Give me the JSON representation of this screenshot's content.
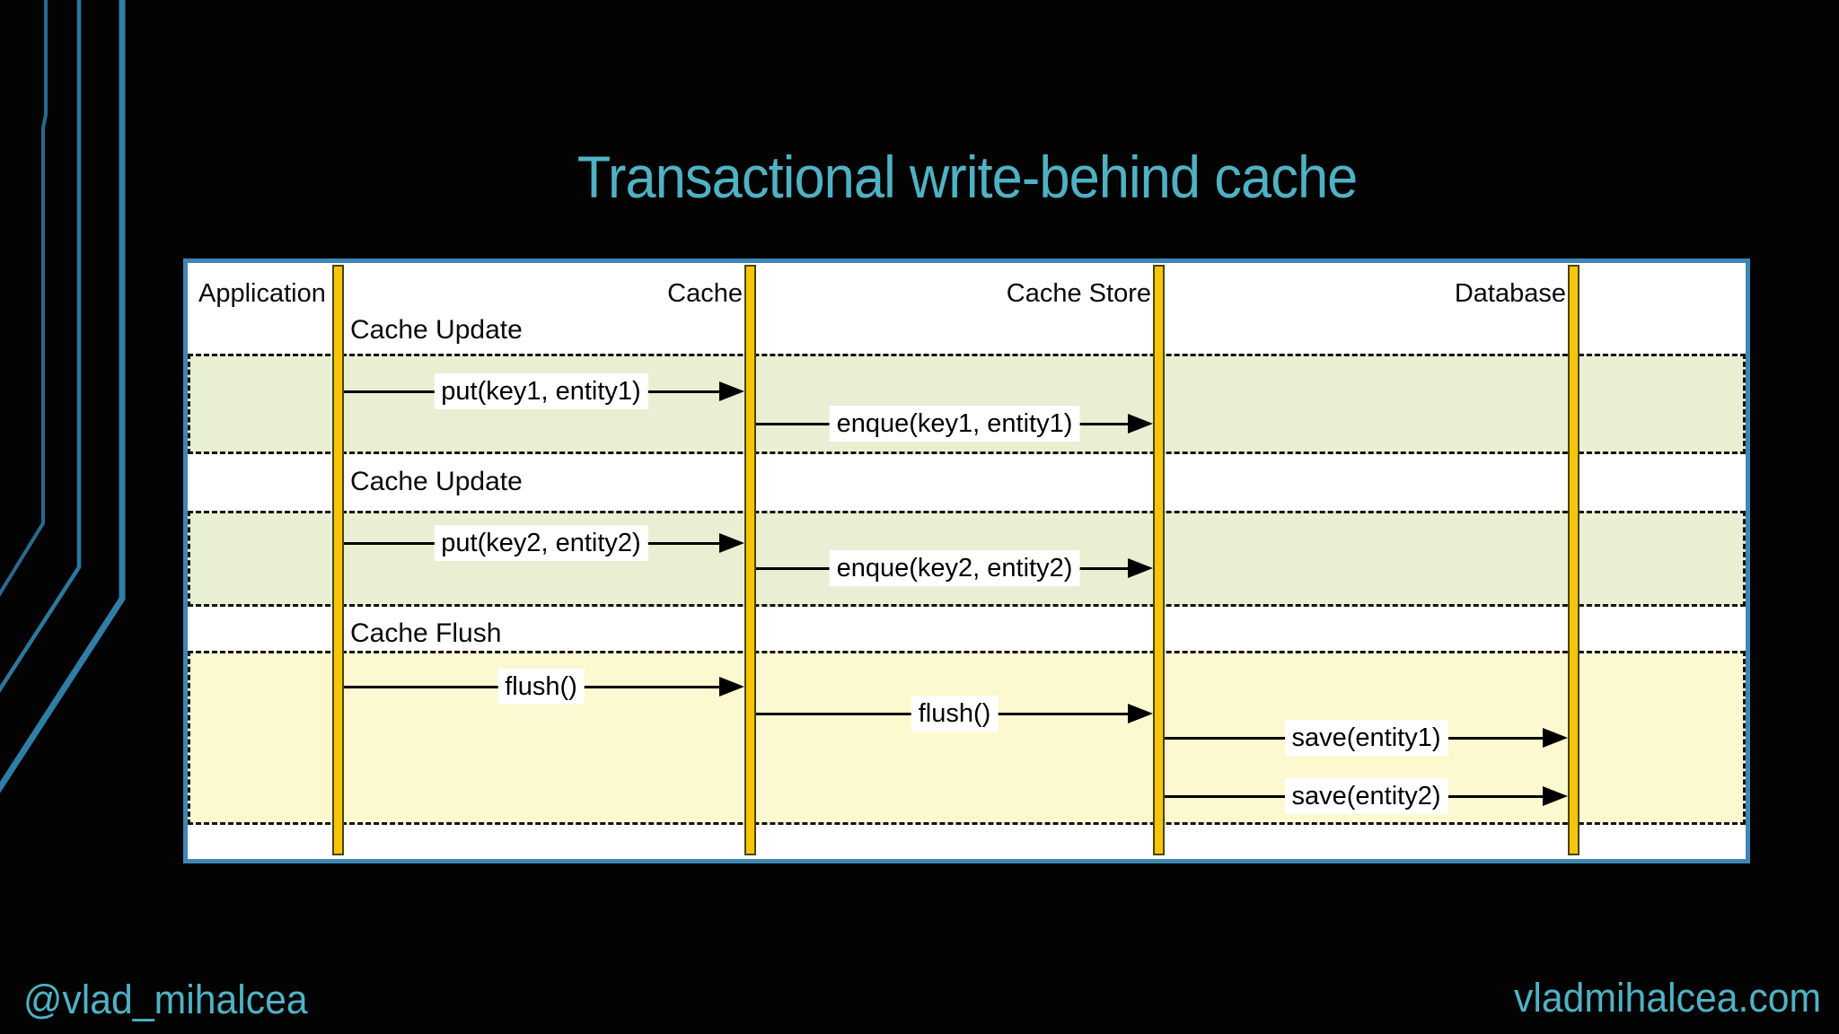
{
  "page": {
    "title": "Transactional write-behind cache"
  },
  "footer": {
    "handle": "@vlad_mihalcea",
    "website": "vladmihalcea.com"
  },
  "diagram": {
    "participants": [
      {
        "name": "Application"
      },
      {
        "name": "Cache"
      },
      {
        "name": "Cache Store"
      },
      {
        "name": "Database"
      }
    ],
    "sections": [
      {
        "label": "Cache Update",
        "messages": [
          {
            "label": "put(key1, entity1)",
            "from": "Application",
            "to": "Cache"
          },
          {
            "label": "enque(key1, entity1)",
            "from": "Cache",
            "to": "Cache Store"
          }
        ]
      },
      {
        "label": "Cache Update",
        "messages": [
          {
            "label": "put(key2, entity2)",
            "from": "Application",
            "to": "Cache"
          },
          {
            "label": "enque(key2, entity2)",
            "from": "Cache",
            "to": "Cache Store"
          }
        ]
      },
      {
        "label": "Cache Flush",
        "messages": [
          {
            "label": "flush()",
            "from": "Application",
            "to": "Cache"
          },
          {
            "label": "flush()",
            "from": "Cache",
            "to": "Cache Store"
          },
          {
            "label": "save(entity1)",
            "from": "Cache Store",
            "to": "Database"
          },
          {
            "label": "save(entity2)",
            "from": "Cache Store",
            "to": "Database"
          }
        ]
      }
    ]
  },
  "colors": {
    "accent": "#4FB2C4",
    "deco": "#2E7EA8",
    "frame": "#3E86B4",
    "bar_fill": "#F6C50B",
    "bar_border": "#4A4400",
    "region_green": "#E8EFD2",
    "region_yellow": "#FCF8D0"
  }
}
